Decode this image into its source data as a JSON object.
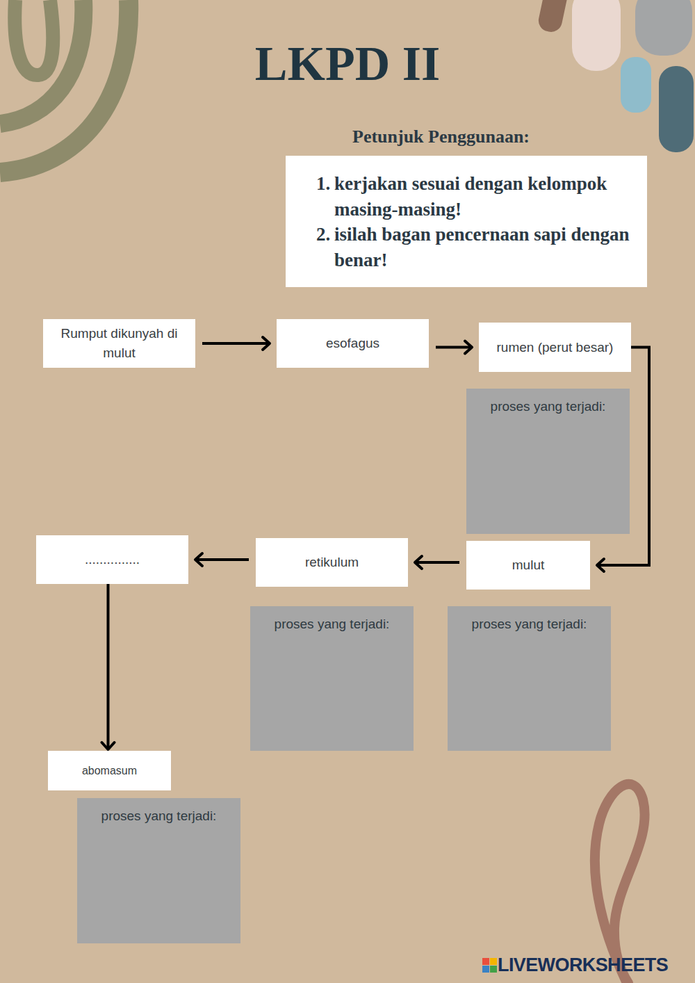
{
  "diagram": {
    "title": "LKPD II",
    "nodes": [
      {
        "text": [
          "Petunjuk Penggunaan:",
          "1.",
          "kerjakan sesuai dengan kelompok masing-masing!",
          "2.",
          "isilah bagan pencernaan sapi dengan benar!"
        ]
      },
      {
        "text": [
          "Rumput dikunyah di mulut"
        ]
      },
      {
        "text": [
          "esofagus"
        ]
      },
      {
        "text": [
          "rumen (perut besar)"
        ]
      },
      {
        "text": [
          "proses yang terjadi:"
        ]
      },
      {
        "text": [
          "mulut"
        ]
      },
      {
        "text": [
          "retikulum"
        ]
      },
      {
        "text": [
          "..............."
        ]
      },
      {
        "text": [
          "proses yang terjadi:"
        ]
      },
      {
        "text": [
          "proses yang terjadi:"
        ]
      },
      {
        "text": [
          "abomasum"
        ]
      },
      {
        "text": [
          "proses yang terjadi:"
        ]
      }
    ],
    "edges": [
      {
        "from": 1,
        "to": 2,
        "arrow": "to"
      },
      {
        "from": 2,
        "to": 3,
        "arrow": "to"
      },
      {
        "from": 3,
        "to": 5,
        "arrow": "to"
      },
      {
        "from": 5,
        "to": 6,
        "arrow": "to"
      },
      {
        "from": 6,
        "to": 7,
        "arrow": "to"
      },
      {
        "from": 7,
        "to": 10,
        "arrow": "to"
      }
    ],
    "labels": [
      "LIVEWORKSHEETS"
    ]
  }
}
